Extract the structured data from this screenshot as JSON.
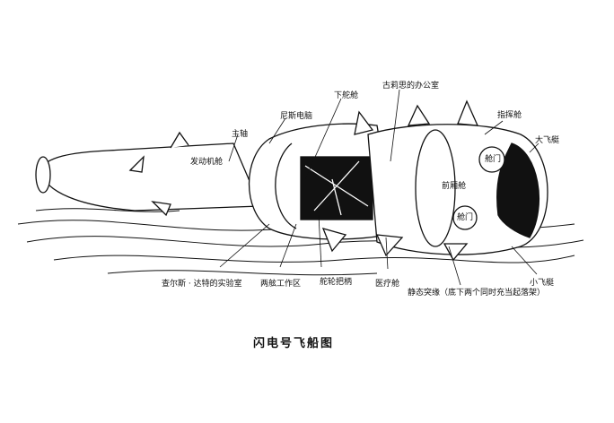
{
  "title": "闪电号飞船图",
  "labels": {
    "main_axis": "主轴",
    "nis_computer": "尼斯电脑",
    "lower_rudder_cabin": "下舵舱",
    "office": "古莉思的办公室",
    "command_cabin": "指挥舱",
    "large_craft": "大飞艇",
    "engine_cabin": "发动机舱",
    "hatch_upper": "舱门",
    "front_cabin": "前厢舱",
    "hatch_lower": "舱门",
    "lab": "查尔斯 · 达特的实验室",
    "work_area": "两舷工作区",
    "helm": "舵轮把柄",
    "medical": "医疗舱",
    "static_fins": "静态突缘（底下两个同时充当起落架）",
    "small_craft": "小飞艇"
  }
}
